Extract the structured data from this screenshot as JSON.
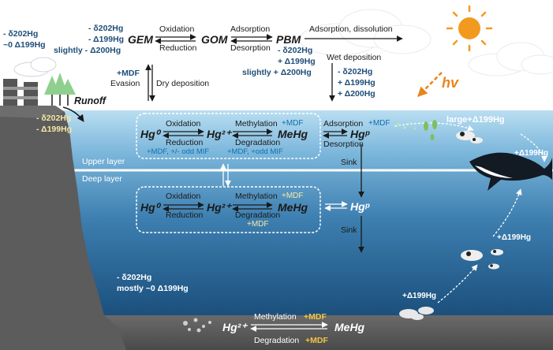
{
  "atmosphere": {
    "species": [
      "GEM",
      "GOM",
      "PBM"
    ],
    "gem_gom_upper": "Oxidation",
    "gem_gom_lower": "Reduction",
    "gom_pbm_upper": "Adsorption",
    "gom_pbm_lower": "Desorption",
    "pbm_right_label": "Adsorption, dissolution",
    "gem_signature": [
      "- δ202Hg",
      "- Δ199Hg",
      "slightly - Δ200Hg"
    ],
    "pbm_signature": [
      "- δ202Hg",
      "+ Δ199Hg",
      "slightly + Δ200Hg"
    ],
    "wet_deposition": "Wet deposition",
    "wet_signature": [
      "- δ202Hg",
      "+ Δ199Hg",
      "+ Δ200Hg"
    ],
    "hv": "hv"
  },
  "land": {
    "signature_top": [
      "- δ202Hg",
      "~0 Δ199Hg"
    ],
    "evasion_mdf": "+MDF",
    "evasion": "Evasion",
    "dry_deposition": "Dry deposition",
    "runoff": "Runoff",
    "runoff_signature": [
      "- δ202Hg",
      "- Δ199Hg"
    ],
    "sediment_signature": [
      "- δ202Hg",
      "mostly ~0 Δ199Hg"
    ]
  },
  "upper_box": {
    "species": [
      "Hg⁰",
      "Hg²⁺",
      "MeHg"
    ],
    "ox": "Oxidation",
    "red": "Reduction",
    "red_note": "+MDF, +/- odd MIF",
    "meth": "Methylation",
    "meth_note": "+MDF",
    "deg": "Degradation",
    "deg_note": "+MDF, +odd MIF"
  },
  "particle_upper": {
    "adsorption": "Adsorption",
    "adsorption_note": "+MDF",
    "desorption": "Desorption",
    "species": "Hgᵖ"
  },
  "layers": {
    "upper": "Upper layer",
    "deep": "Deep layer"
  },
  "deep_box": {
    "species": [
      "Hg⁰",
      "Hg²⁺",
      "MeHg"
    ],
    "ox": "Oxidation",
    "red": "Reduction",
    "meth": "Methylation",
    "meth_note": "+MDF",
    "deg": "Degradation",
    "deg_note": "+MDF"
  },
  "particle_deep": {
    "species": "Hgᵖ"
  },
  "sink_labels": [
    "Sink",
    "Sink"
  ],
  "biota": {
    "top_fish": "large+Δ199Hg",
    "whale": "+Δ199Hg",
    "small_fish": "+Δ199Hg",
    "shellfish": "+Δ199Hg"
  },
  "sediment": {
    "species": [
      "Hg²⁺",
      "MeHg"
    ],
    "meth": "Methylation",
    "meth_note": "+MDF",
    "deg": "Degradation",
    "deg_note": "+MDF"
  },
  "colors": {
    "sky": "#ffffff",
    "sea_top": "#a9d6ee",
    "sea_deep": "#1c4f78",
    "cliff": "#5b5b5b",
    "sun": "#f29a1f"
  }
}
